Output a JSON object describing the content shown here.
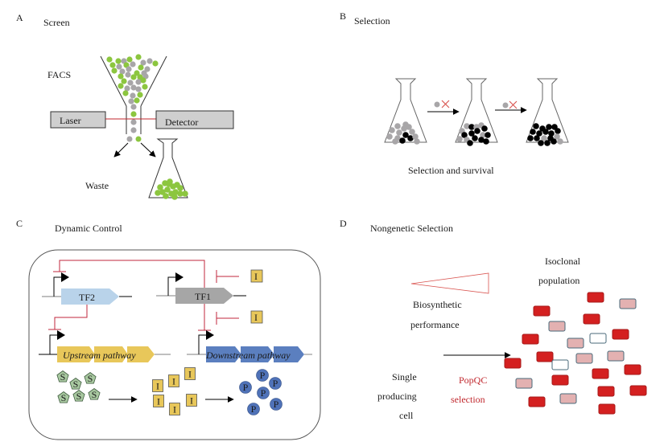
{
  "figure": {
    "panels": [
      {
        "id": "A",
        "letter": "A",
        "title": "Screen"
      },
      {
        "id": "B",
        "letter": "B",
        "title": "Selection"
      },
      {
        "id": "C",
        "letter": "C",
        "title": "Dynamic Control"
      },
      {
        "id": "D",
        "letter": "D",
        "title": "Nongenetic Selection"
      }
    ]
  },
  "panelA": {
    "facs_label": "FACS",
    "laser_label": "Laser",
    "detector_label": "Detector",
    "waste_label": "Waste",
    "colors": {
      "green": "#8cc63f",
      "gray": "#a8a6a8",
      "laser_line": "#c0272d",
      "box_fill": "#cfcfcf"
    }
  },
  "panelB": {
    "caption": "Selection and survival",
    "colors": {
      "gray": "#a8a6a8",
      "black": "#000000",
      "cross": "#d9534f"
    }
  },
  "panelC": {
    "genes": {
      "tf2": "TF2",
      "tf1": "TF1",
      "upstream": "Upstream pathway",
      "downstream": "Downstream pathway"
    },
    "substrate_symbol": "S",
    "intermediate_symbol": "I",
    "product_symbol": "P",
    "colors": {
      "tf2": "#b9d3ea",
      "tf1": "#a6a6a6",
      "upstream": "#e8c75a",
      "downstream": "#5b7fbf",
      "repression": "#c0273d",
      "substrate": "#a8c8a0",
      "intermediate": "#e8c75a",
      "product": "#4f72b8"
    }
  },
  "panelD": {
    "isoclonal_line1": "Isoclonal",
    "isoclonal_line2": "population",
    "biosynthetic_line1": "Biosynthetic",
    "biosynthetic_line2": "performance",
    "single_line1": "Single",
    "single_line2": "producing",
    "single_line3": "cell",
    "popqc_line1": "PopQC",
    "popqc_line2": "selection",
    "colors": {
      "high": "#d42020",
      "mid": "#e3b1b1",
      "low": "#ffffff",
      "outline": "#4a6a7a",
      "popqc": "#c0272d"
    },
    "cells": [
      {
        "level": "high"
      },
      {
        "level": "mid"
      },
      {
        "level": "high"
      },
      {
        "level": "high"
      },
      {
        "level": "mid"
      },
      {
        "level": "high"
      },
      {
        "level": "high"
      },
      {
        "level": "mid"
      },
      {
        "level": "low"
      },
      {
        "level": "high"
      },
      {
        "level": "mid"
      },
      {
        "level": "high"
      },
      {
        "level": "mid"
      },
      {
        "level": "mid"
      },
      {
        "level": "low"
      },
      {
        "level": "high"
      },
      {
        "level": "high"
      },
      {
        "level": "high"
      },
      {
        "level": "mid"
      },
      {
        "level": "high"
      },
      {
        "level": "high"
      },
      {
        "level": "high"
      },
      {
        "level": "high"
      },
      {
        "level": "high"
      },
      {
        "level": "high"
      }
    ]
  }
}
